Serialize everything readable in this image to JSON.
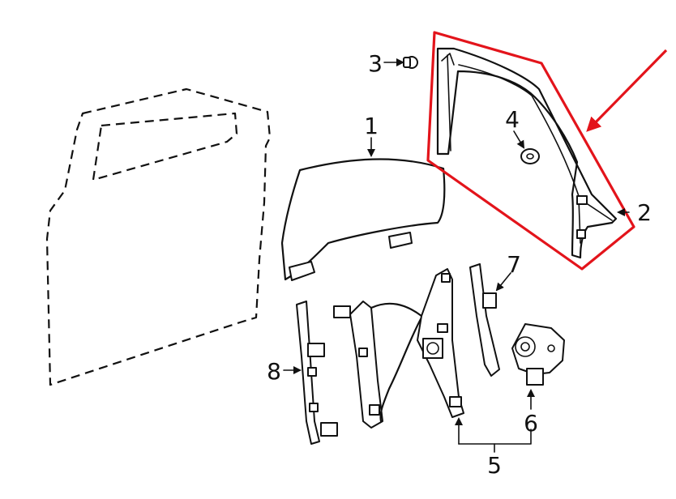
{
  "callouts": {
    "c1": "1",
    "c2": "2",
    "c3": "3",
    "c4": "4",
    "c5": "5",
    "c6": "6",
    "c7": "7",
    "c8": "8"
  },
  "colors": {
    "line": "#111111",
    "highlight": "#e3141b",
    "background": "#ffffff"
  }
}
